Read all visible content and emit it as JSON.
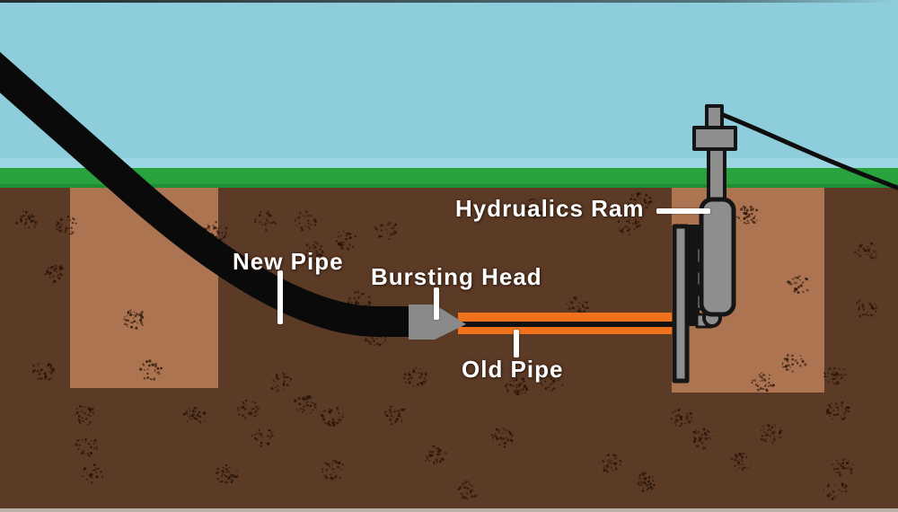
{
  "labels": {
    "new_pipe": "New Pipe",
    "bursting_head": "Bursting Head",
    "old_pipe": "Old Pipe",
    "hydraulics_ram": "Hydrualics Ram"
  },
  "colors": {
    "sky": "#8ECDDC",
    "grass": "#28A23D",
    "grass_shadow": "#1F8A33",
    "soil": "#5B3A26",
    "pit": "#AC7450",
    "new_pipe": "#0A0A0A",
    "old_pipe_orange": "#F0711C",
    "pulling_rod": "#111111",
    "bursting_head_gray": "#8A8A8A",
    "machine_gray": "#8E8E8E",
    "machine_outline": "#151515",
    "label_text": "#FFFFFF",
    "pointer_line": "#FFFFFF"
  }
}
